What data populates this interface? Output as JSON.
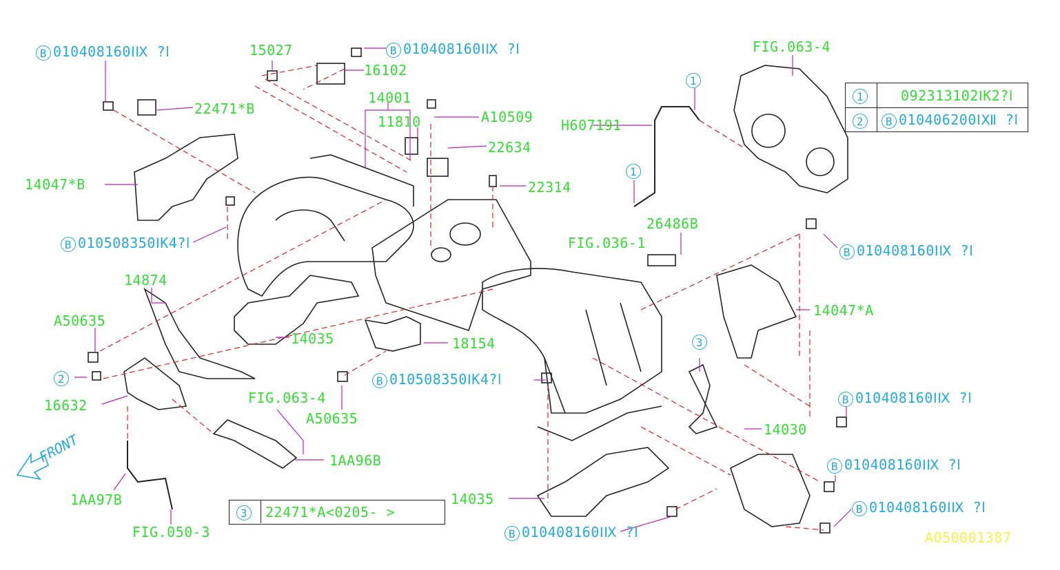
{
  "colors": {
    "label": "#33dd33",
    "callout": "#22aadd",
    "dash": "#dd2222",
    "part": "#222222",
    "leader": "#bb22bb",
    "code": "#ffee44"
  },
  "labels": {
    "b1": "010408160",
    "b1s": "ⅠⅨ  ?ⅼ",
    "p15027": "15027",
    "b2": "010408160",
    "b2s": "ⅠⅨ  ?ⅼ",
    "p16102": "16102",
    "fig063_4a": "FIG.063-4",
    "p22471b": "22471*B",
    "p14001": "14001",
    "p11810": "11810",
    "a10509": "A10509",
    "p22634": "22634",
    "h607191": "H607191",
    "p22314": "22314",
    "p14047b": "14047*B",
    "b3": "010508350",
    "b3s": "ⅠK4?ⅼ",
    "fig036_1": "FIG.036-1",
    "p26486b": "26486B",
    "b4": "010408160",
    "b4s": "ⅠⅨ  ?ⅼ",
    "p14874": "14874",
    "a50635a": "A50635",
    "p14047a": "14047*A",
    "p14035a": "14035",
    "p18154": "18154",
    "p16632": "16632",
    "b5": "010508350",
    "b5s": "ⅠK4?ⅼ",
    "fig063_4b": "FIG.063-4",
    "a50635b": "A50635",
    "b6": "010408160",
    "b6s": "ⅠⅨ  ?ⅼ",
    "p14030": "14030",
    "p1aa96b": "1AA96B",
    "b7": "010408160",
    "b7s": "ⅠⅨ  ?ⅼ",
    "p1aa97b": "1AA97B",
    "p14035b": "14035",
    "b8": "010408160",
    "b8s": "ⅠⅨ  ?ⅼ",
    "fig050_3": "FIG.050-3",
    "b9": "010408160",
    "b9s": "ⅠⅨ  ?ⅼ",
    "front": "FRONT",
    "code": "A050001387"
  },
  "callouts": {
    "b": "B",
    "one": "1",
    "two": "2",
    "three": "3"
  },
  "legend": {
    "row1_num": "1",
    "row1_text": "092313102ⅠK2?ⅼ",
    "row2_num": "2",
    "row2_b": "B",
    "row2_text": "010406200ⅠⅫ  ?ⅼ"
  },
  "note3": {
    "num": "3",
    "text": "22471*A<0205-   >"
  }
}
